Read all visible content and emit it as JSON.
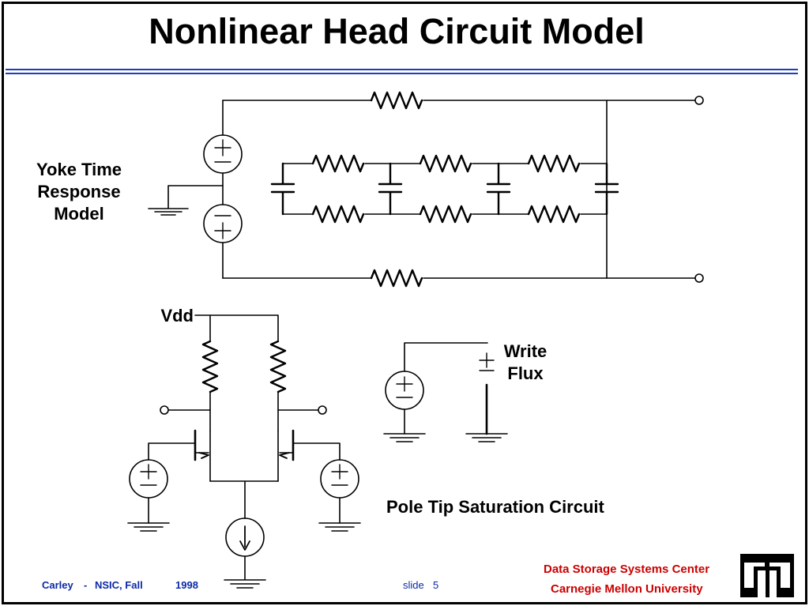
{
  "slide": {
    "title": "Nonlinear Head Circuit Model"
  },
  "labels": {
    "yoke_line1": "Yoke Time",
    "yoke_line2": "Response",
    "yoke_line3": "Model",
    "vdd": "Vdd",
    "write_line1": "Write",
    "write_line2": "Flux",
    "pole_tip": "Pole Tip Saturation Circuit"
  },
  "footer": {
    "author": "Carley",
    "separator": "-",
    "course": "NSIC,  Fall",
    "year": "1998",
    "slide_label": "slide",
    "slide_number": "5"
  },
  "brand": {
    "line1": "Data Storage Systems Center",
    "line2": "Carnegie Mellon University",
    "logo": "cmu-dssc-logo"
  },
  "colors": {
    "title_rule": "#1f3fb8",
    "footer_text": "#0b2aa8",
    "brand_text": "#cc0000",
    "ink": "#000000"
  }
}
